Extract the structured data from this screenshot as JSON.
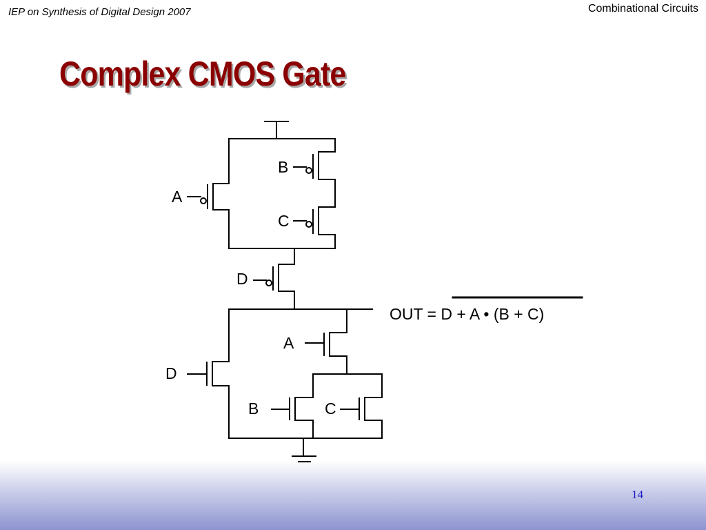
{
  "header": {
    "course": "IEP on Synthesis of Digital Design 2007",
    "section": "Combinational Circuits"
  },
  "slide": {
    "title": "Complex CMOS Gate",
    "page_number": "14"
  },
  "diagram": {
    "pmos_labels": {
      "a": "A",
      "b": "B",
      "c": "C",
      "d": "D"
    },
    "nmos_labels": {
      "a": "A",
      "b": "B",
      "c": "C",
      "d": "D"
    },
    "equation": {
      "prefix": "OUT = ",
      "inverted_expression": "D + A • (B + C)"
    }
  }
}
